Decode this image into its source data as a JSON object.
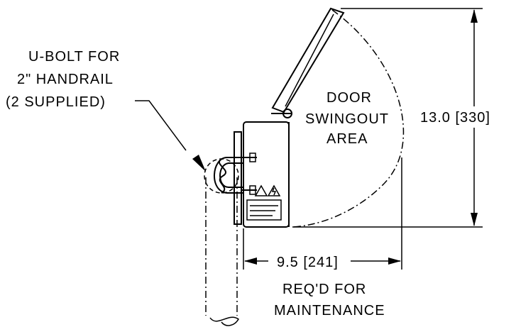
{
  "callouts": {
    "ubolt_line1": "U-BOLT FOR",
    "ubolt_line2": "2\" HANDRAIL",
    "ubolt_line3": "(2 SUPPLIED)",
    "swing_line1": "DOOR",
    "swing_line2": "SWINGOUT",
    "swing_line3": "AREA",
    "maint_line1": "REQ'D FOR",
    "maint_line2": "MAINTENANCE"
  },
  "dimensions": {
    "height": "13.0 [330]",
    "width": "9.5 [241]"
  }
}
